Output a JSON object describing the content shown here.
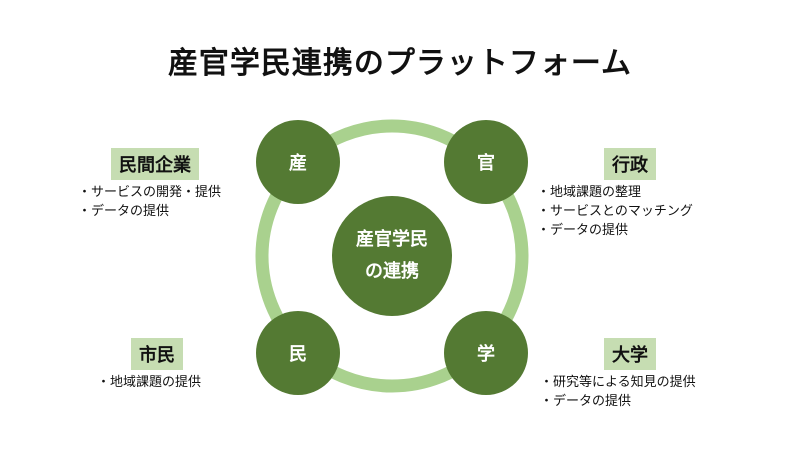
{
  "title": "産官学民連携のプラットフォーム",
  "center": {
    "line1": "産官学民",
    "line2": "の連携"
  },
  "nodes": {
    "industry": "産",
    "government": "官",
    "citizens": "民",
    "academia": "学"
  },
  "groups": {
    "industry": {
      "label": "民間企業",
      "items": [
        "サービスの開発・提供",
        "データの提供"
      ]
    },
    "government": {
      "label": "行政",
      "items": [
        "地域課題の整理",
        "サービスとのマッチング",
        "データの提供"
      ]
    },
    "citizens": {
      "label": "市民",
      "items": [
        "地域課題の提供"
      ]
    },
    "academia": {
      "label": "大学",
      "items": [
        "研究等による知見の提供",
        "データの提供"
      ]
    }
  },
  "colors": {
    "node": "#547a33",
    "ring": "#a9d18e",
    "label_bg": "#c6ddb2"
  }
}
